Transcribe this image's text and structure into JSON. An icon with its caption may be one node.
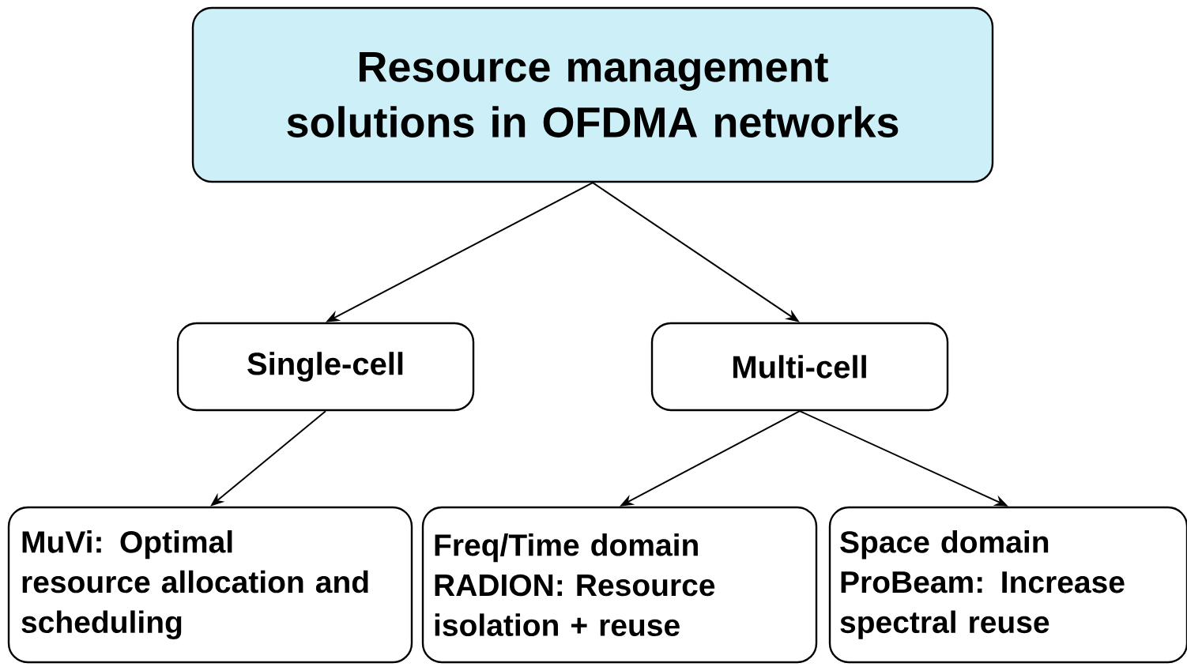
{
  "diagram": {
    "nodes": [
      {
        "text": [
          "Resource management solutions in OFDMA networks"
        ]
      },
      {
        "text": [
          "Single-cell"
        ]
      },
      {
        "text": [
          "Multi-cell"
        ]
      },
      {
        "text": [
          "MuVi: Optimal resource allocation and scheduling"
        ]
      },
      {
        "text": [
          "Freq/Time domain RADION: Resource isolation + reuse"
        ]
      },
      {
        "text": [
          "Space domain ProBeam: Increase spectral reuse"
        ]
      }
    ],
    "edges": [
      {
        "from": 0,
        "to": 1,
        "arrow": "to"
      },
      {
        "from": 0,
        "to": 2,
        "arrow": "to"
      },
      {
        "from": 1,
        "to": 3,
        "arrow": "to"
      },
      {
        "from": 2,
        "to": 4,
        "arrow": "to"
      },
      {
        "from": 2,
        "to": 5,
        "arrow": "to"
      }
    ]
  }
}
